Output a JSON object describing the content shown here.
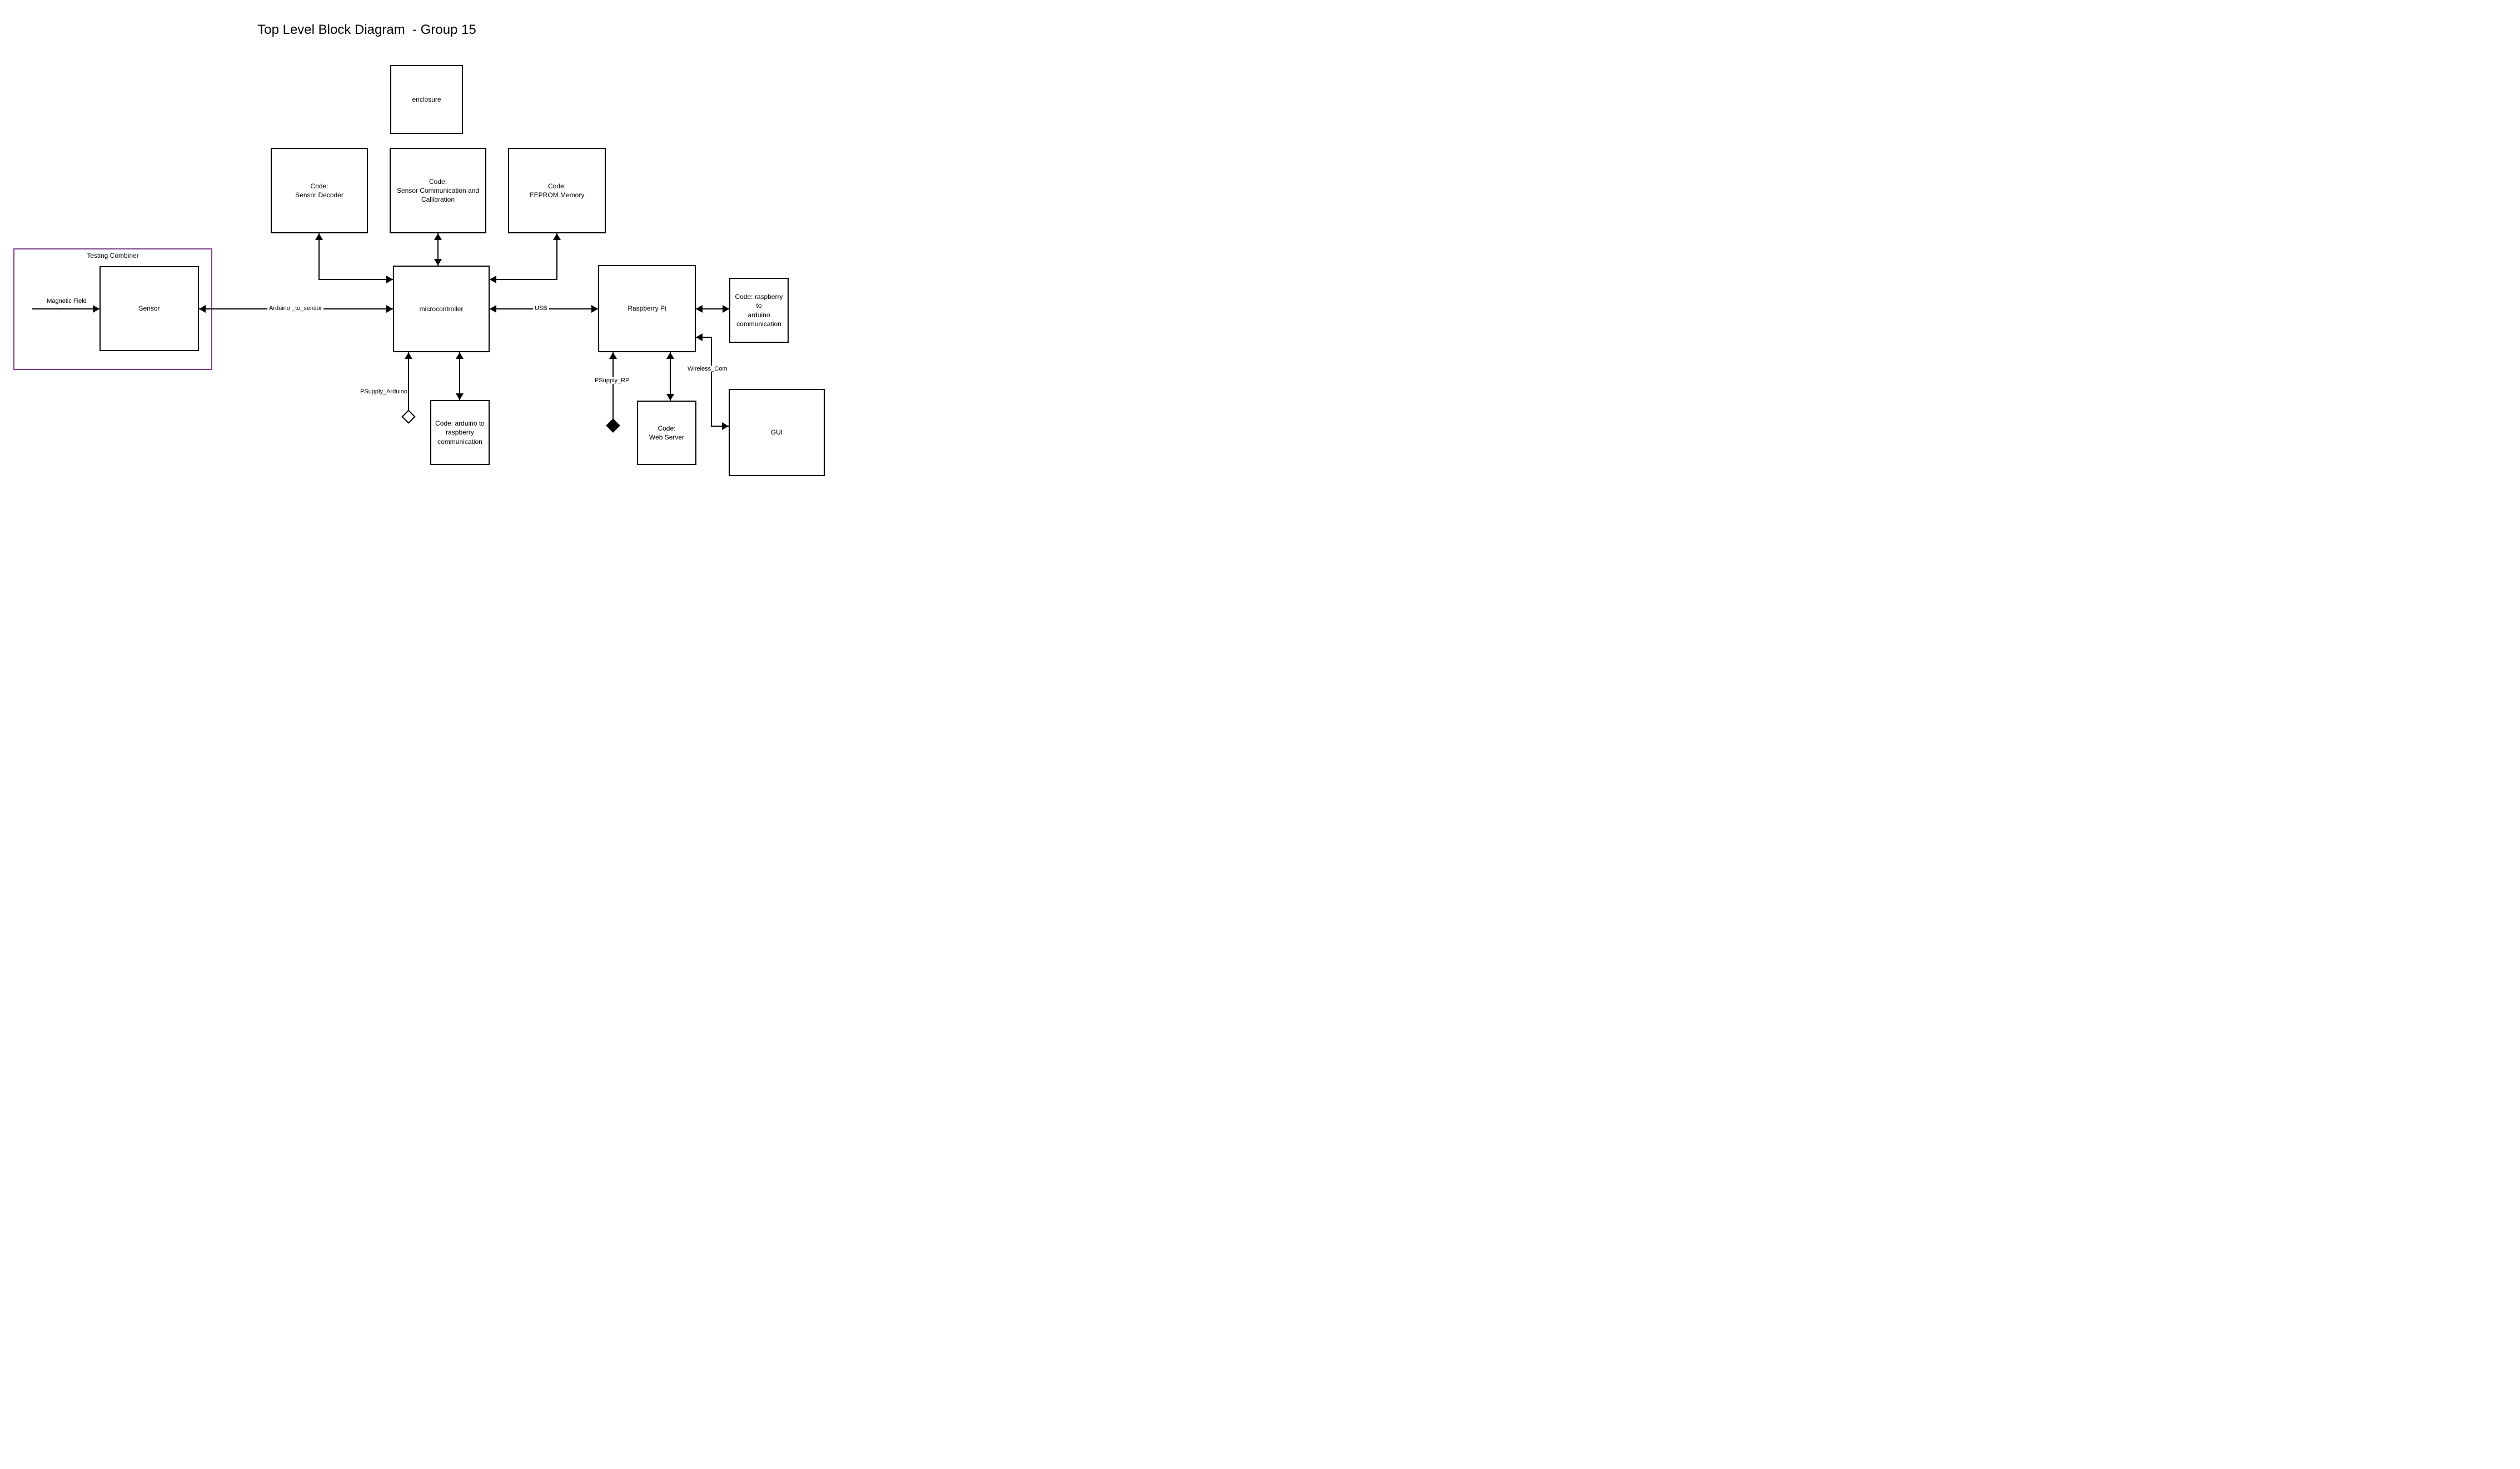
{
  "title": "Top Level Block Diagram  - Group 15",
  "colors": {
    "line": "#000000",
    "combiner_border": "#7D3E8A",
    "background": "#FFFFFF"
  },
  "blocks": {
    "enclosure": {
      "label": "enclosure"
    },
    "sensor_decoder": {
      "label": "Code:\nSensor Decoder"
    },
    "sensor_comm": {
      "label": "Code:\nSensor Communication and\nCallibration"
    },
    "eeprom": {
      "label": "Code:\nEEPROM Memory"
    },
    "testing_combiner": {
      "label": "Testing Combiner"
    },
    "sensor": {
      "label": "Sensor"
    },
    "microcontroller": {
      "label": "microcontroller"
    },
    "raspberry_pi": {
      "label": "Raspberry Pi"
    },
    "rasp_to_arduino": {
      "label": "Code: raspberry to\narduino\ncommunication"
    },
    "arduino_to_rasp": {
      "label": "Code: arduino to\nraspberry\ncommunication"
    },
    "web_server": {
      "label": "Code:\nWeb Server"
    },
    "gui": {
      "label": "GUI"
    }
  },
  "connector_labels": {
    "magnetic_field": "Magnetic Field",
    "arduino_to_sensor": "Arduino _to_sensor",
    "usb": "USB",
    "psupply_arduino": "PSupply_Arduino",
    "psupply_rp": "PSupply_RP",
    "wireless_com": "Wireless_Com"
  }
}
